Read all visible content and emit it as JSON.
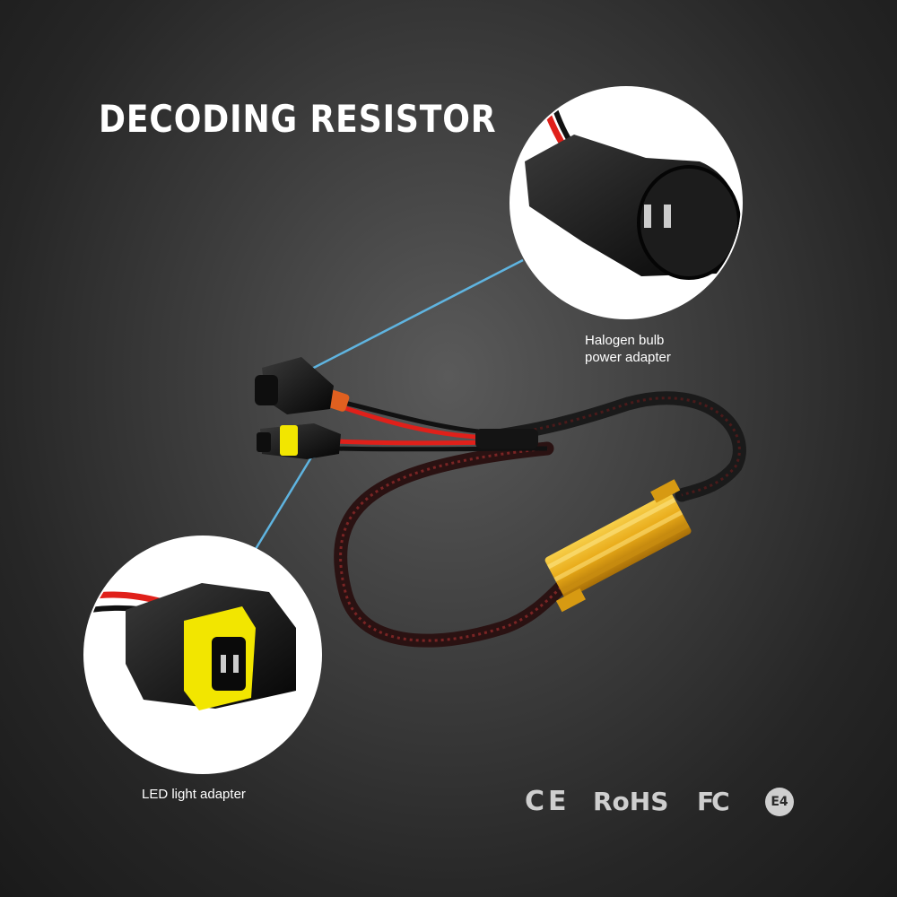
{
  "title": "DECODING RESISTOR",
  "callouts": {
    "halogen": {
      "line1": "Halogen bulb",
      "line2": "power adapter"
    },
    "led": {
      "label": "LED light adapter"
    }
  },
  "certifications": {
    "ce": "CE",
    "rohs": "RoHS",
    "fc": "FC",
    "e4": "E4"
  },
  "colors": {
    "background": "#3a3a3a",
    "wire_red": "#e0201a",
    "resistor_gold": "#e8a917",
    "seal_yellow": "#f2e600",
    "callout_line": "#5fb4e0",
    "text": "#ffffff"
  }
}
